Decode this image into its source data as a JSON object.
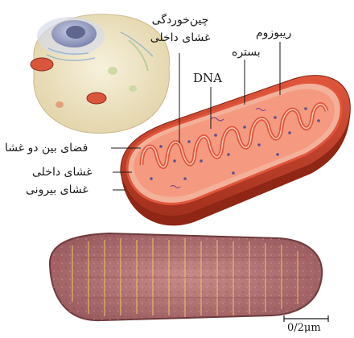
{
  "labels": {
    "cristae": "چین‌خوردگی غشای داخلی",
    "ribosome": "ریبوزوم",
    "matrix": "بستره",
    "dna": "DNA",
    "intermembrane_space": "فضای بین دو غشا",
    "inner_membrane": "غشای داخلی",
    "outer_membrane": "غشای بیرونی"
  },
  "scale_bar": {
    "label": "0/2μm"
  },
  "colors": {
    "outer_membrane": "#c8452f",
    "matrix": "#f08a73",
    "cristae_edge": "#e8593f",
    "cell_body": "#efe6c9",
    "nucleus": "#9aa2c4",
    "micrograph": "#a85a62"
  }
}
